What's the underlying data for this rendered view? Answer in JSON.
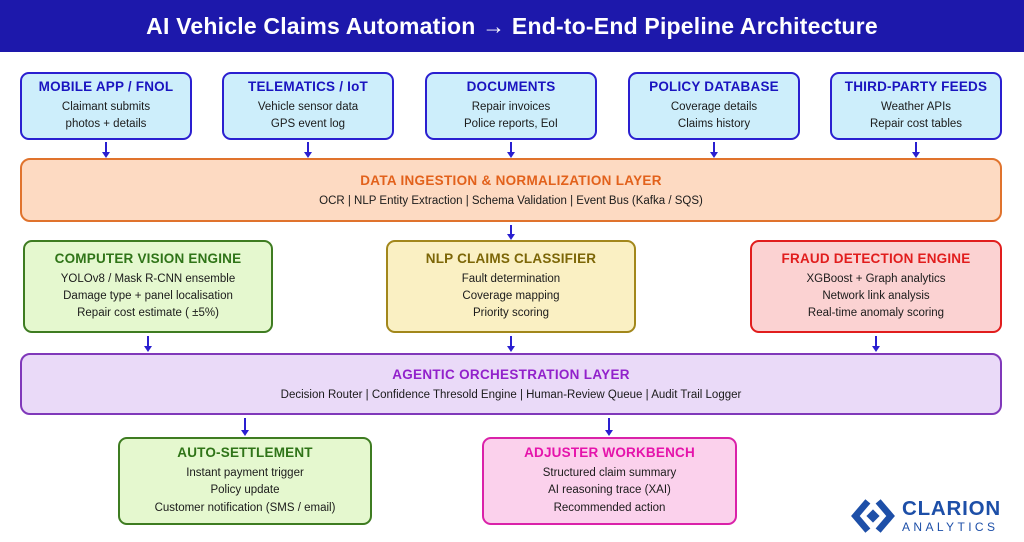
{
  "title": "AI Vehicle Claims Automation → End-to-End Pipeline Architecture",
  "sources": [
    {
      "title": "MOBILE APP / FNOL",
      "lines": [
        "Claimant submits",
        "photos + details"
      ]
    },
    {
      "title": "TELEMATICS / IoT",
      "lines": [
        "Vehicle sensor data",
        "GPS event log"
      ]
    },
    {
      "title": "DOCUMENTS",
      "lines": [
        "Repair invoices",
        "Police reports, EoI"
      ]
    },
    {
      "title": "POLICY DATABASE",
      "lines": [
        "Coverage details",
        "Claims history"
      ]
    },
    {
      "title": "THIRD-PARTY FEEDS",
      "lines": [
        "Weather APIs",
        "Repair cost tables"
      ]
    }
  ],
  "ingestion_layer": {
    "title": "DATA INGESTION & NORMALIZATION LAYER",
    "subtitle": "OCR | NLP Entity Extraction | Schema Validation | Event Bus (Kafka / SQS)"
  },
  "engines": [
    {
      "title": "COMPUTER VISION ENGINE",
      "lines": [
        "YOLOv8 / Mask R-CNN ensemble",
        "Damage type + panel localisation",
        "Repair cost estimate ( ±5%)"
      ]
    },
    {
      "title": "NLP CLAIMS CLASSIFIER",
      "lines": [
        "Fault determination",
        "Coverage mapping",
        "Priority scoring"
      ]
    },
    {
      "title": "FRAUD DETECTION ENGINE",
      "lines": [
        "XGBoost + Graph analytics",
        "Network link analysis",
        "Real-time anomaly scoring"
      ]
    }
  ],
  "orchestration_layer": {
    "title": "AGENTIC ORCHESTRATION LAYER",
    "subtitle": "Decision Router | Confidence Thresold Engine | Human-Review Queue | Audit Trail Logger"
  },
  "outputs": [
    {
      "title": "AUTO-SETTLEMENT",
      "lines": [
        "Instant payment trigger",
        "Policy update",
        "Customer notification (SMS / email)"
      ]
    },
    {
      "title": "ADJUSTER WORKBENCH",
      "lines": [
        "Structured claim summary",
        "AI reasoning trace (XAI)",
        "Recommended action"
      ]
    }
  ],
  "logo": {
    "name": "CLARION",
    "subname": "ANALYTICS",
    "icon": "diamond-chevrons-icon"
  },
  "colors": {
    "header_bg": "#1D18AB",
    "header_text": "#FFFFFF",
    "arrow": "#2A1FD0",
    "body_text": "#1B1B1B",
    "source_bg": "#CDEEFB",
    "source_border": "#2A1FD0",
    "source_title": "#1A14C0",
    "ingestion_bg": "#FDDAC2",
    "ingestion_border": "#E0732D",
    "ingestion_title": "#E2611B",
    "vision_bg": "#E5F8CF",
    "vision_border": "#3E7C21",
    "vision_title": "#2F7418",
    "nlp_bg": "#FAF0C3",
    "nlp_border": "#A2871B",
    "nlp_title": "#7C6607",
    "fraud_bg": "#FBD2D2",
    "fraud_border": "#E11D1D",
    "fraud_title": "#E11D1D",
    "orchestration_bg": "#EADAF8",
    "orchestration_border": "#8038BA",
    "orchestration_title": "#9221CB",
    "settlement_bg": "#E5F8CF",
    "settlement_border": "#3E7C21",
    "settlement_title": "#2F7418",
    "adjuster_bg": "#FBD1EC",
    "adjuster_border": "#DA22A9",
    "adjuster_title": "#E513AB",
    "logo_blue": "#1D4FA8"
  }
}
